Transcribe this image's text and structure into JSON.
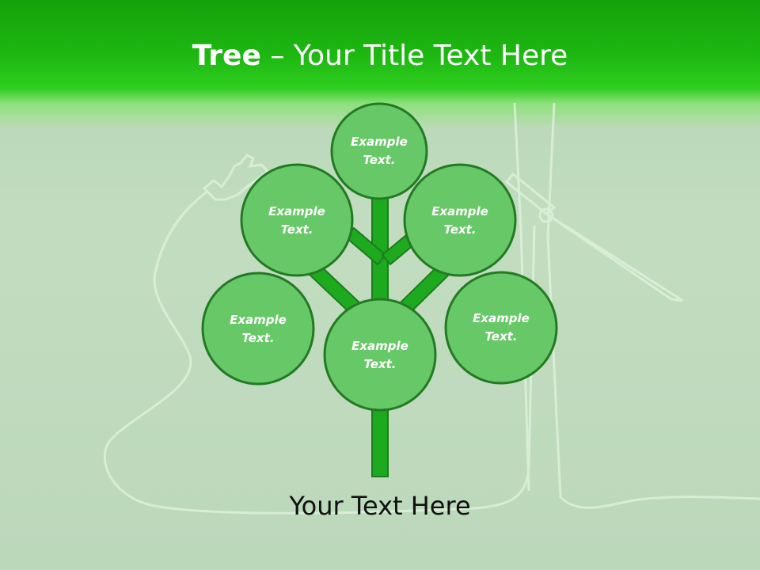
{
  "title": {
    "bold": "Tree",
    "rest": " – Your Title Text Here"
  },
  "nodes": [
    {
      "id": "top",
      "line1": "Example",
      "line2": "Text."
    },
    {
      "id": "upper-left",
      "line1": "Example",
      "line2": "Text."
    },
    {
      "id": "upper-right",
      "line1": "Example",
      "line2": "Text."
    },
    {
      "id": "lower-left",
      "line1": "Example",
      "line2": "Text."
    },
    {
      "id": "center",
      "line1": "Example",
      "line2": "Text."
    },
    {
      "id": "lower-right",
      "line1": "Example",
      "line2": "Text."
    }
  ],
  "caption": "Your Text Here",
  "colors": {
    "node_fill": "#66c866",
    "node_stroke": "#237a23",
    "trunk": "#1eaa1e",
    "header": "#1eb812"
  }
}
